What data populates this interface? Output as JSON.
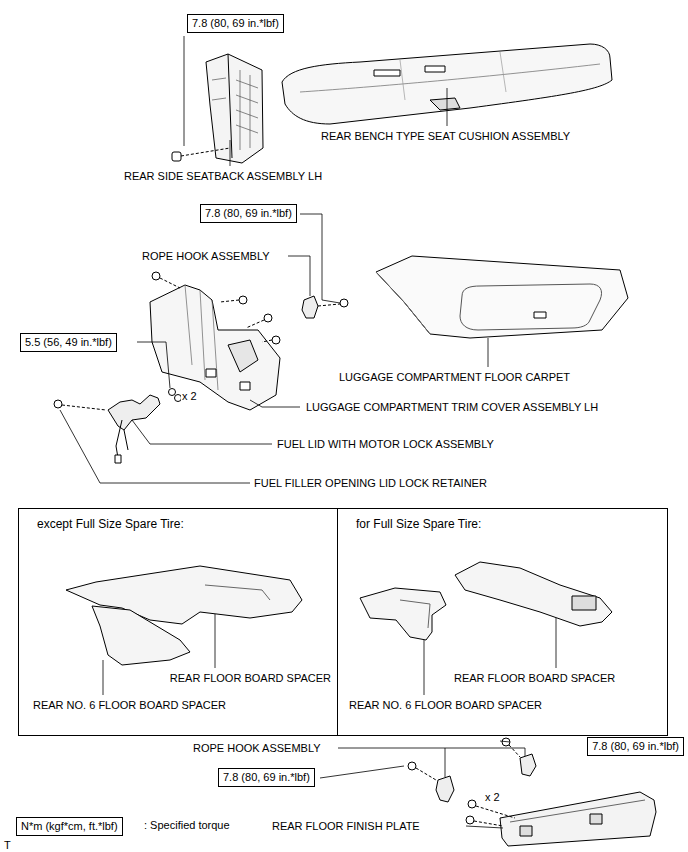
{
  "diagram": {
    "nodes": [
      {
        "text": [
          "7.8 (80, 69 in.*lbf)"
        ]
      },
      {
        "text": [
          "7.8 (80, 69 in.*lbf)"
        ]
      },
      {
        "text": [
          "5.5 (56, 49 in.*lbf)"
        ]
      },
      {
        "text": [
          "except Full Size Spare Tire:"
        ]
      },
      {
        "text": [
          "for Full Size Spare Tire:"
        ]
      },
      {
        "text": [
          "7.8 (80, 69 in.*lbf)"
        ]
      },
      {
        "text": [
          "7.8 (80, 69 in.*lbf)"
        ]
      },
      {
        "text": [
          "N*m (kgf*cm, ft.*lbf)"
        ]
      }
    ],
    "labels": [
      "REAR BENCH TYPE SEAT CUSHION ASSEMBLY",
      "REAR SIDE SEATBACK ASSEMBLY LH",
      "ROPE HOOK ASSEMBLY",
      "LUGGAGE COMPARTMENT FLOOR CARPET",
      "x 2",
      "LUGGAGE COMPARTMENT TRIM COVER ASSEMBLY LH",
      "FUEL LID WITH MOTOR LOCK ASSEMBLY",
      "FUEL FILLER OPENING LID LOCK RETAINER",
      "REAR FLOOR BOARD SPACER",
      "REAR NO. 6 FLOOR BOARD SPACER",
      "REAR FLOOR BOARD SPACER",
      "REAR NO. 6 FLOOR BOARD SPACER",
      "ROPE HOOK ASSEMBLY",
      "x 2",
      "REAR FLOOR FINISH PLATE",
      ": Specified torque",
      "T"
    ]
  }
}
